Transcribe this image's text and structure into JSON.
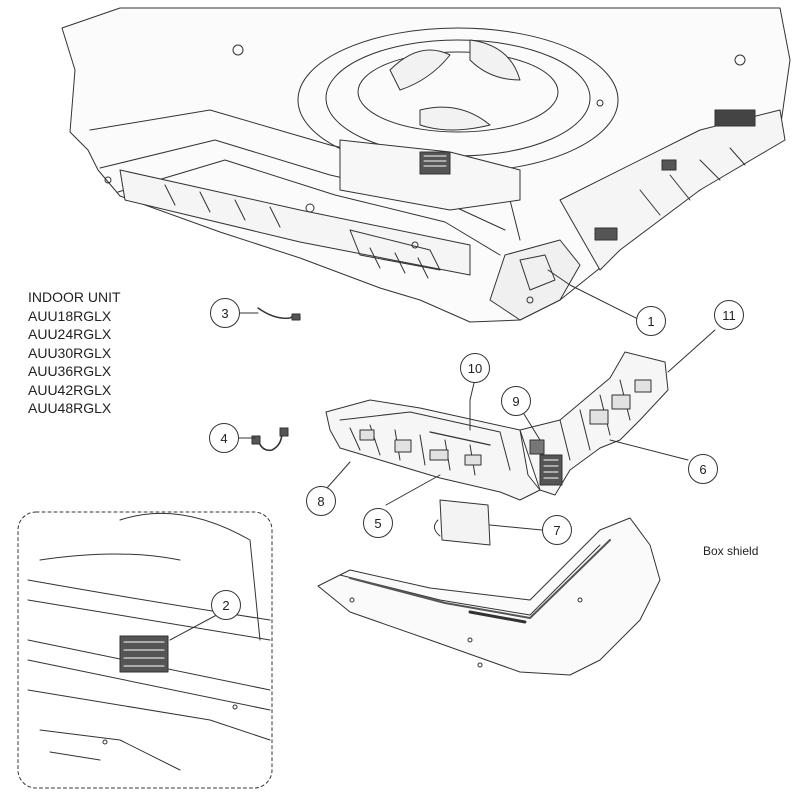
{
  "indoor_unit": {
    "heading": "INDOOR UNIT",
    "models": [
      "AUU18RGLX",
      "AUU24RGLX",
      "AUU30RGLX",
      "AUU36RGLX",
      "AUU42RGLX",
      "AUU48RGLX"
    ]
  },
  "labels": {
    "box_shield": "Box shield"
  },
  "callouts": [
    "1",
    "2",
    "3",
    "4",
    "5",
    "6",
    "7",
    "8",
    "9",
    "10",
    "11"
  ]
}
